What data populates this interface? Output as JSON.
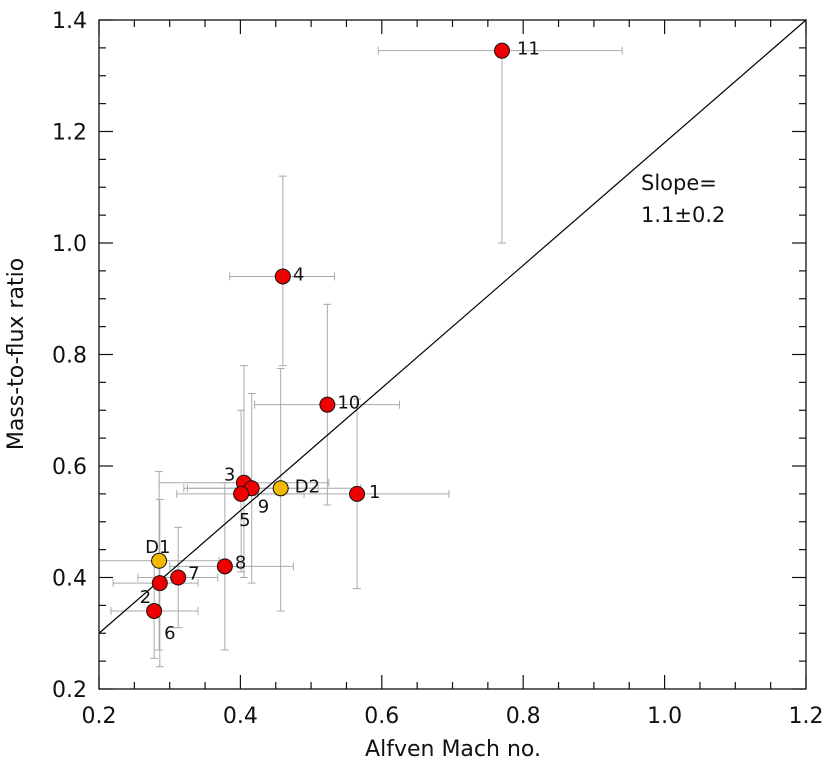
{
  "chart_data": {
    "type": "scatter",
    "xlabel": "Alfven Mach no.",
    "ylabel": "Mass-to-flux ratio",
    "xlim": [
      0.2,
      1.2
    ],
    "ylim": [
      0.2,
      1.4
    ],
    "x_ticks": [
      "0.2",
      "0.4",
      "0.6",
      "0.8",
      "1.0",
      "1.2"
    ],
    "y_ticks": [
      "0.2",
      "0.4",
      "0.6",
      "0.8",
      "1.0",
      "1.2",
      "1.4"
    ],
    "grid": false,
    "fit_line": {
      "slope": 1.1,
      "intercept": 0.08
    },
    "annotation": {
      "line1": "Slope=",
      "line2": "1.1±0.2"
    },
    "colors": {
      "red": "#ee0000",
      "gold": "#f5b800",
      "errorbar": "#aaaaaa",
      "line": "#000000"
    },
    "points": [
      {
        "label": "11",
        "x": 0.77,
        "y": 1.345,
        "xerr": [
          0.595,
          0.94
        ],
        "yerr": [
          1.0,
          1.345
        ],
        "color": "red"
      },
      {
        "label": "4",
        "x": 0.46,
        "y": 0.94,
        "xerr": [
          0.385,
          0.533
        ],
        "yerr": [
          0.78,
          1.12
        ],
        "color": "red"
      },
      {
        "label": "10",
        "x": 0.523,
        "y": 0.71,
        "xerr": [
          0.42,
          0.625
        ],
        "yerr": [
          0.53,
          0.89
        ],
        "color": "red"
      },
      {
        "label": "1",
        "x": 0.565,
        "y": 0.55,
        "xerr": [
          0.425,
          0.695
        ],
        "yerr": [
          0.38,
          0.72
        ],
        "color": "red"
      },
      {
        "label": "D2",
        "x": 0.457,
        "y": 0.56,
        "xerr": [
          0.325,
          0.57
        ],
        "yerr": [
          0.34,
          0.775
        ],
        "color": "gold"
      },
      {
        "label": "3",
        "x": 0.405,
        "y": 0.57,
        "xerr": [
          0.285,
          0.525
        ],
        "yerr": [
          0.4,
          0.78
        ],
        "color": "red"
      },
      {
        "label": "9",
        "x": 0.416,
        "y": 0.56,
        "xerr": [
          0.32,
          0.51
        ],
        "yerr": [
          0.39,
          0.73
        ],
        "color": "red"
      },
      {
        "label": "5",
        "x": 0.401,
        "y": 0.55,
        "xerr": [
          0.31,
          0.49
        ],
        "yerr": [
          0.41,
          0.7
        ],
        "color": "red"
      },
      {
        "label": "8",
        "x": 0.378,
        "y": 0.42,
        "xerr": [
          0.3,
          0.475
        ],
        "yerr": [
          0.27,
          0.57
        ],
        "color": "red"
      },
      {
        "label": "D1",
        "x": 0.285,
        "y": 0.43,
        "xerr": [
          0.2,
          0.37
        ],
        "yerr": [
          0.27,
          0.59
        ],
        "color": "gold"
      },
      {
        "label": "7",
        "x": 0.312,
        "y": 0.4,
        "xerr": [
          0.255,
          0.368
        ],
        "yerr": [
          0.31,
          0.49
        ],
        "color": "red"
      },
      {
        "label": "2",
        "x": 0.286,
        "y": 0.39,
        "xerr": [
          0.22,
          0.34
        ],
        "yerr": [
          0.24,
          0.54
        ],
        "color": "red"
      },
      {
        "label": "6",
        "x": 0.278,
        "y": 0.34,
        "xerr": [
          0.217,
          0.34
        ],
        "yerr": [
          0.255,
          0.43
        ],
        "color": "red"
      }
    ]
  }
}
